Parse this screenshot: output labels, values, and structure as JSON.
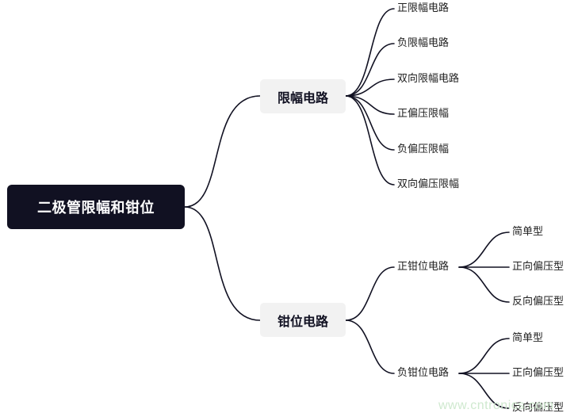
{
  "mindmap": {
    "root": "二极管限幅和钳位",
    "branches": [
      {
        "label": "限幅电路",
        "children": [
          {
            "label": "正限幅电路"
          },
          {
            "label": "负限幅电路"
          },
          {
            "label": "双向限幅电路"
          },
          {
            "label": "正偏压限幅"
          },
          {
            "label": "负偏压限幅"
          },
          {
            "label": "双向偏压限幅"
          }
        ]
      },
      {
        "label": "钳位电路",
        "children": [
          {
            "label": "正钳位电路",
            "children": [
              {
                "label": "简单型"
              },
              {
                "label": "正向偏压型"
              },
              {
                "label": "反向偏压型"
              }
            ]
          },
          {
            "label": "负钳位电路",
            "children": [
              {
                "label": "简单型"
              },
              {
                "label": "正向偏压型"
              },
              {
                "label": "反向偏压型"
              }
            ]
          }
        ]
      }
    ]
  },
  "watermark": "www.cntronics.com",
  "colors": {
    "root_bg": "#111122",
    "branch_bg": "#f2f2f2",
    "line": "#111122"
  }
}
